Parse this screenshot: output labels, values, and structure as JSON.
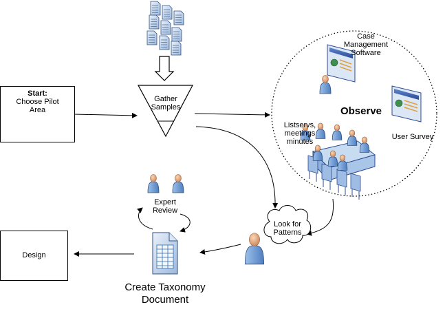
{
  "start_box": {
    "title": "Start:",
    "line1": "Choose Pilot",
    "line2": "Area"
  },
  "funnel": {
    "line1": "Gather",
    "line2": "Samples"
  },
  "observe_circle": {
    "title": "Observe",
    "case_software": [
      "Case",
      "Management",
      "Software"
    ],
    "user_survey": "User Survey",
    "listservs": [
      "Listservs,",
      "meetings",
      "minutes"
    ]
  },
  "expert_review": [
    "Expert",
    "Review"
  ],
  "patterns_cloud": [
    "Look for",
    "Patterns"
  ],
  "taxonomy": [
    "Create Taxonomy",
    "Document"
  ],
  "design_box": "Design",
  "colors": {
    "doc_blue": "#7fa3d0",
    "doc_dark": "#2f4f7f",
    "person_head": "#e8a878",
    "person_body": "#6f9ed6",
    "screen_blue": "#3b5fb0",
    "table_light": "#c7dcf0"
  }
}
